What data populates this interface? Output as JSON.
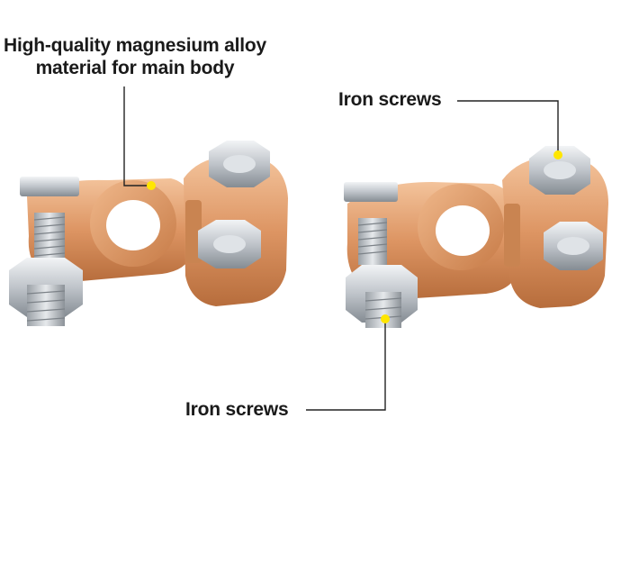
{
  "callouts": {
    "main_body_line1": "High-quality magnesium alloy",
    "main_body_line2": "material for main body",
    "iron_screws_top": "Iron screws",
    "iron_screws_bottom": "Iron screws"
  },
  "colors": {
    "copper_light": "#f1b98c",
    "copper_mid": "#d98f5c",
    "copper_dark": "#b56b3a",
    "steel_light": "#e9ecef",
    "steel_mid": "#b9bec4",
    "steel_dark": "#7f868d",
    "marker": "#ffe600",
    "leader_line": "#222222"
  }
}
